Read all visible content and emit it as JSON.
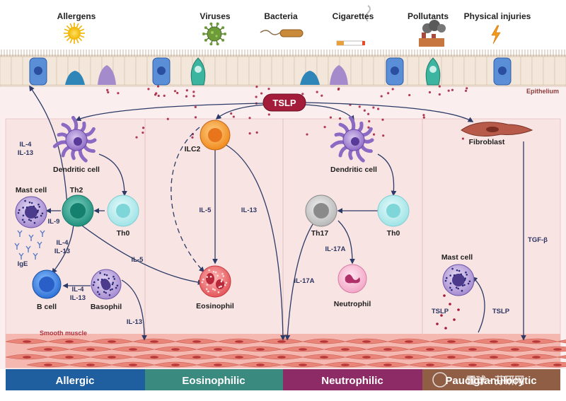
{
  "triggers": {
    "allergens": "Allergens",
    "viruses": "Viruses",
    "bacteria": "Bacteria",
    "cigarettes": "Cigarettes",
    "pollutants": "Pollutants",
    "physical_injuries": "Physical injuries"
  },
  "epithelium_label": "Epithelium",
  "tslp_label": "TSLP",
  "smooth_muscle_label": "Smooth muscle",
  "allergic": {
    "dendritic_cell": "Dendritic cell",
    "th2": "Th2",
    "th0": "Th0",
    "mast_cell": "Mast cell",
    "b_cell": "B cell",
    "basophil": "Basophil",
    "ige": "IgE",
    "il4_il13_top": [
      "IL-4",
      "IL-13"
    ],
    "il9": "IL-9",
    "il4_il13_mid": [
      "IL-4",
      "IL-13"
    ],
    "il4_il13_low": [
      "IL-4",
      "IL-13"
    ],
    "il5": "IL-5",
    "il13": "IL-13"
  },
  "eosinophilic": {
    "ilc2": "ILC2",
    "il5": "IL-5",
    "il13": "IL-13",
    "eosinophil": "Eosinophil"
  },
  "neutrophilic": {
    "dendritic_cell": "Dendritic cell",
    "th17": "Th17",
    "th0": "Th0",
    "il17a_upper": "IL-17A",
    "il17a_lower": "IL-17A",
    "neutrophil": "Neutrophil"
  },
  "paucigranulocytic": {
    "fibroblast": "Fibroblast",
    "tgf_beta": "TGF-β",
    "mast_cell": "Mast cell",
    "tslp_left": "TSLP",
    "tslp_right": "TSLP"
  },
  "panels": [
    "Allergic",
    "Eosinophilic",
    "Neutrophilic",
    "Paucigranulocytic"
  ],
  "watermark": "雪球 · 芬研网",
  "colors": {
    "allergic": "#1f5fa0",
    "eosinophilic": "#3a8a80",
    "neutrophilic": "#8c2b66",
    "paucigranulocytic": "#8f5e45",
    "tslp_badge": "#a31c3a",
    "arrow": "#2b3a66"
  }
}
